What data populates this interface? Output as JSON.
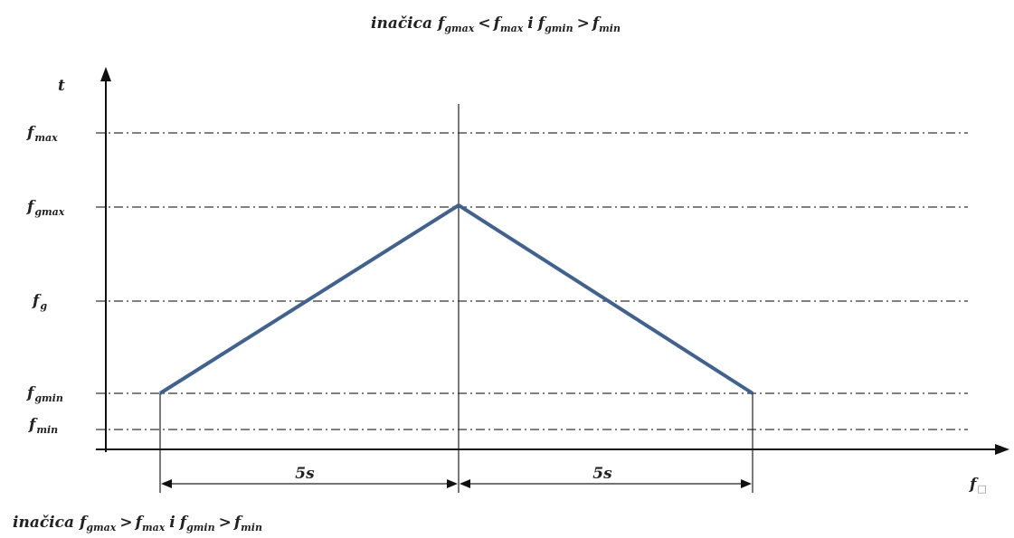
{
  "captions": {
    "top": {
      "word": "inačica",
      "a_base": "f",
      "a_sub": "gmax",
      "rel1": "<",
      "b_base": "f",
      "b_sub": "max",
      "conj": "i",
      "c_base": "f",
      "c_sub": "gmin",
      "rel2": ">",
      "d_base": "f",
      "d_sub": "min"
    },
    "bottom": {
      "word": "inačica",
      "a_base": "f",
      "a_sub": "gmax",
      "rel1": ">",
      "b_base": "f",
      "b_sub": "max",
      "conj": "i",
      "c_base": "f",
      "c_sub": "gmin",
      "rel2": ">",
      "d_base": "f",
      "d_sub": "min"
    }
  },
  "axes": {
    "y": {
      "label": "t"
    },
    "x": {
      "label_base": "f",
      "label_sub": "□"
    }
  },
  "levels": [
    {
      "key": "fmax",
      "base": "f",
      "sub": "max"
    },
    {
      "key": "fgmax",
      "base": "f",
      "sub": "gmax"
    },
    {
      "key": "fg",
      "base": "f",
      "sub": "g"
    },
    {
      "key": "fgmin",
      "base": "f",
      "sub": "gmin"
    },
    {
      "key": "fmin",
      "base": "f",
      "sub": "min"
    }
  ],
  "intervals": [
    {
      "key": "rise",
      "label": "5s"
    },
    {
      "key": "fall",
      "label": "5s"
    }
  ],
  "colors": {
    "profile": "#41618f",
    "lines": "#333333"
  }
}
